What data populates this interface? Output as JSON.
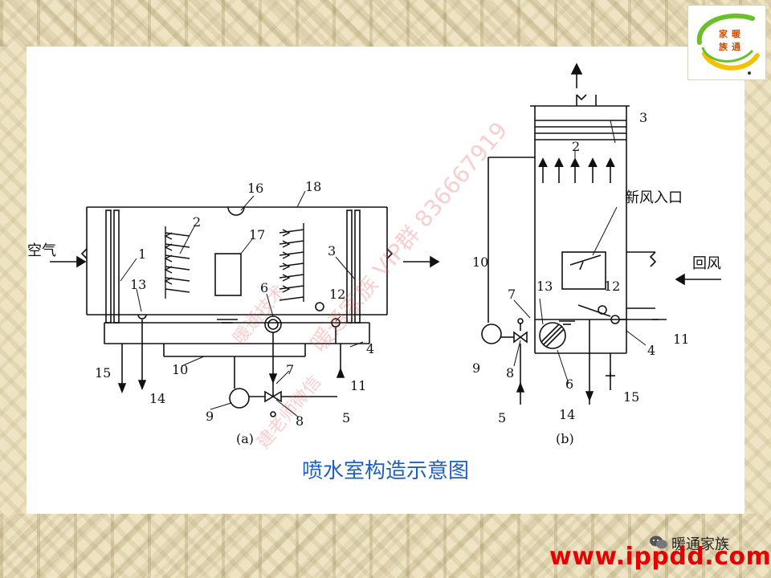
{
  "diagram": {
    "caption": "喷水室构造示意图",
    "panel_a": {
      "sublabel": "(a)",
      "inlet_label": "空气",
      "numbers": [
        "1",
        "2",
        "3",
        "4",
        "5",
        "6",
        "7",
        "8",
        "9",
        "10",
        "11",
        "12",
        "13",
        "14",
        "15",
        "16",
        "17",
        "18"
      ]
    },
    "panel_b": {
      "sublabel": "(b)",
      "fresh_air_label": "新风入口",
      "return_air_label": "回风",
      "numbers": [
        "2",
        "3",
        "4",
        "5",
        "6",
        "7",
        "8",
        "9",
        "10",
        "11",
        "12",
        "13",
        "14",
        "15"
      ]
    }
  },
  "watermark": {
    "text": "暖通家族 VIP群 836667919",
    "faint_lines": [
      "建老师微信",
      "暖通技术"
    ]
  },
  "branding": {
    "logo_chars": [
      "家",
      "暖",
      "族",
      "通"
    ],
    "wechat_account": "暖通家族",
    "url": "www.ippdd.com"
  },
  "colors": {
    "caption": "#2060c0",
    "url": "#e40000",
    "logo_green": "#6cbf2a",
    "logo_yellow": "#f2c200"
  }
}
